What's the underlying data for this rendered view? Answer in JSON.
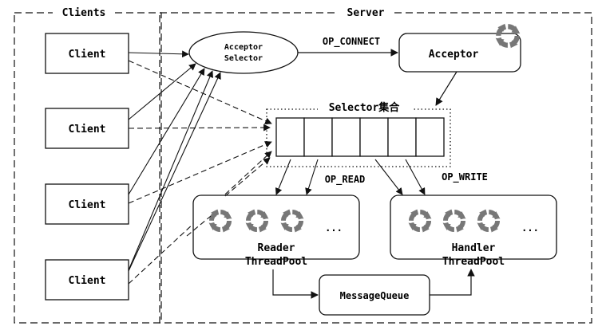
{
  "regions": {
    "clients_label": "Clients",
    "server_label": "Server"
  },
  "clients": [
    "Client",
    "Client",
    "Client",
    "Client"
  ],
  "acceptor_selector": {
    "line1": "Acceptor",
    "line2": "Selector"
  },
  "acceptor": "Acceptor",
  "selector_set_label": "Selector集合",
  "edges": {
    "op_connect": "OP_CONNECT",
    "op_read": "OP_READ",
    "op_write": "OP_WRITE"
  },
  "reader_pool": {
    "line1": "Reader",
    "line2": "ThreadPool",
    "ellipsis": "..."
  },
  "handler_pool": {
    "line1": "Handler",
    "line2": "ThreadPool",
    "ellipsis": "..."
  },
  "message_queue": "MessageQueue",
  "colors": {
    "stroke": "#111111",
    "icon": "#777777"
  },
  "icons": [
    "refresh-icon"
  ]
}
